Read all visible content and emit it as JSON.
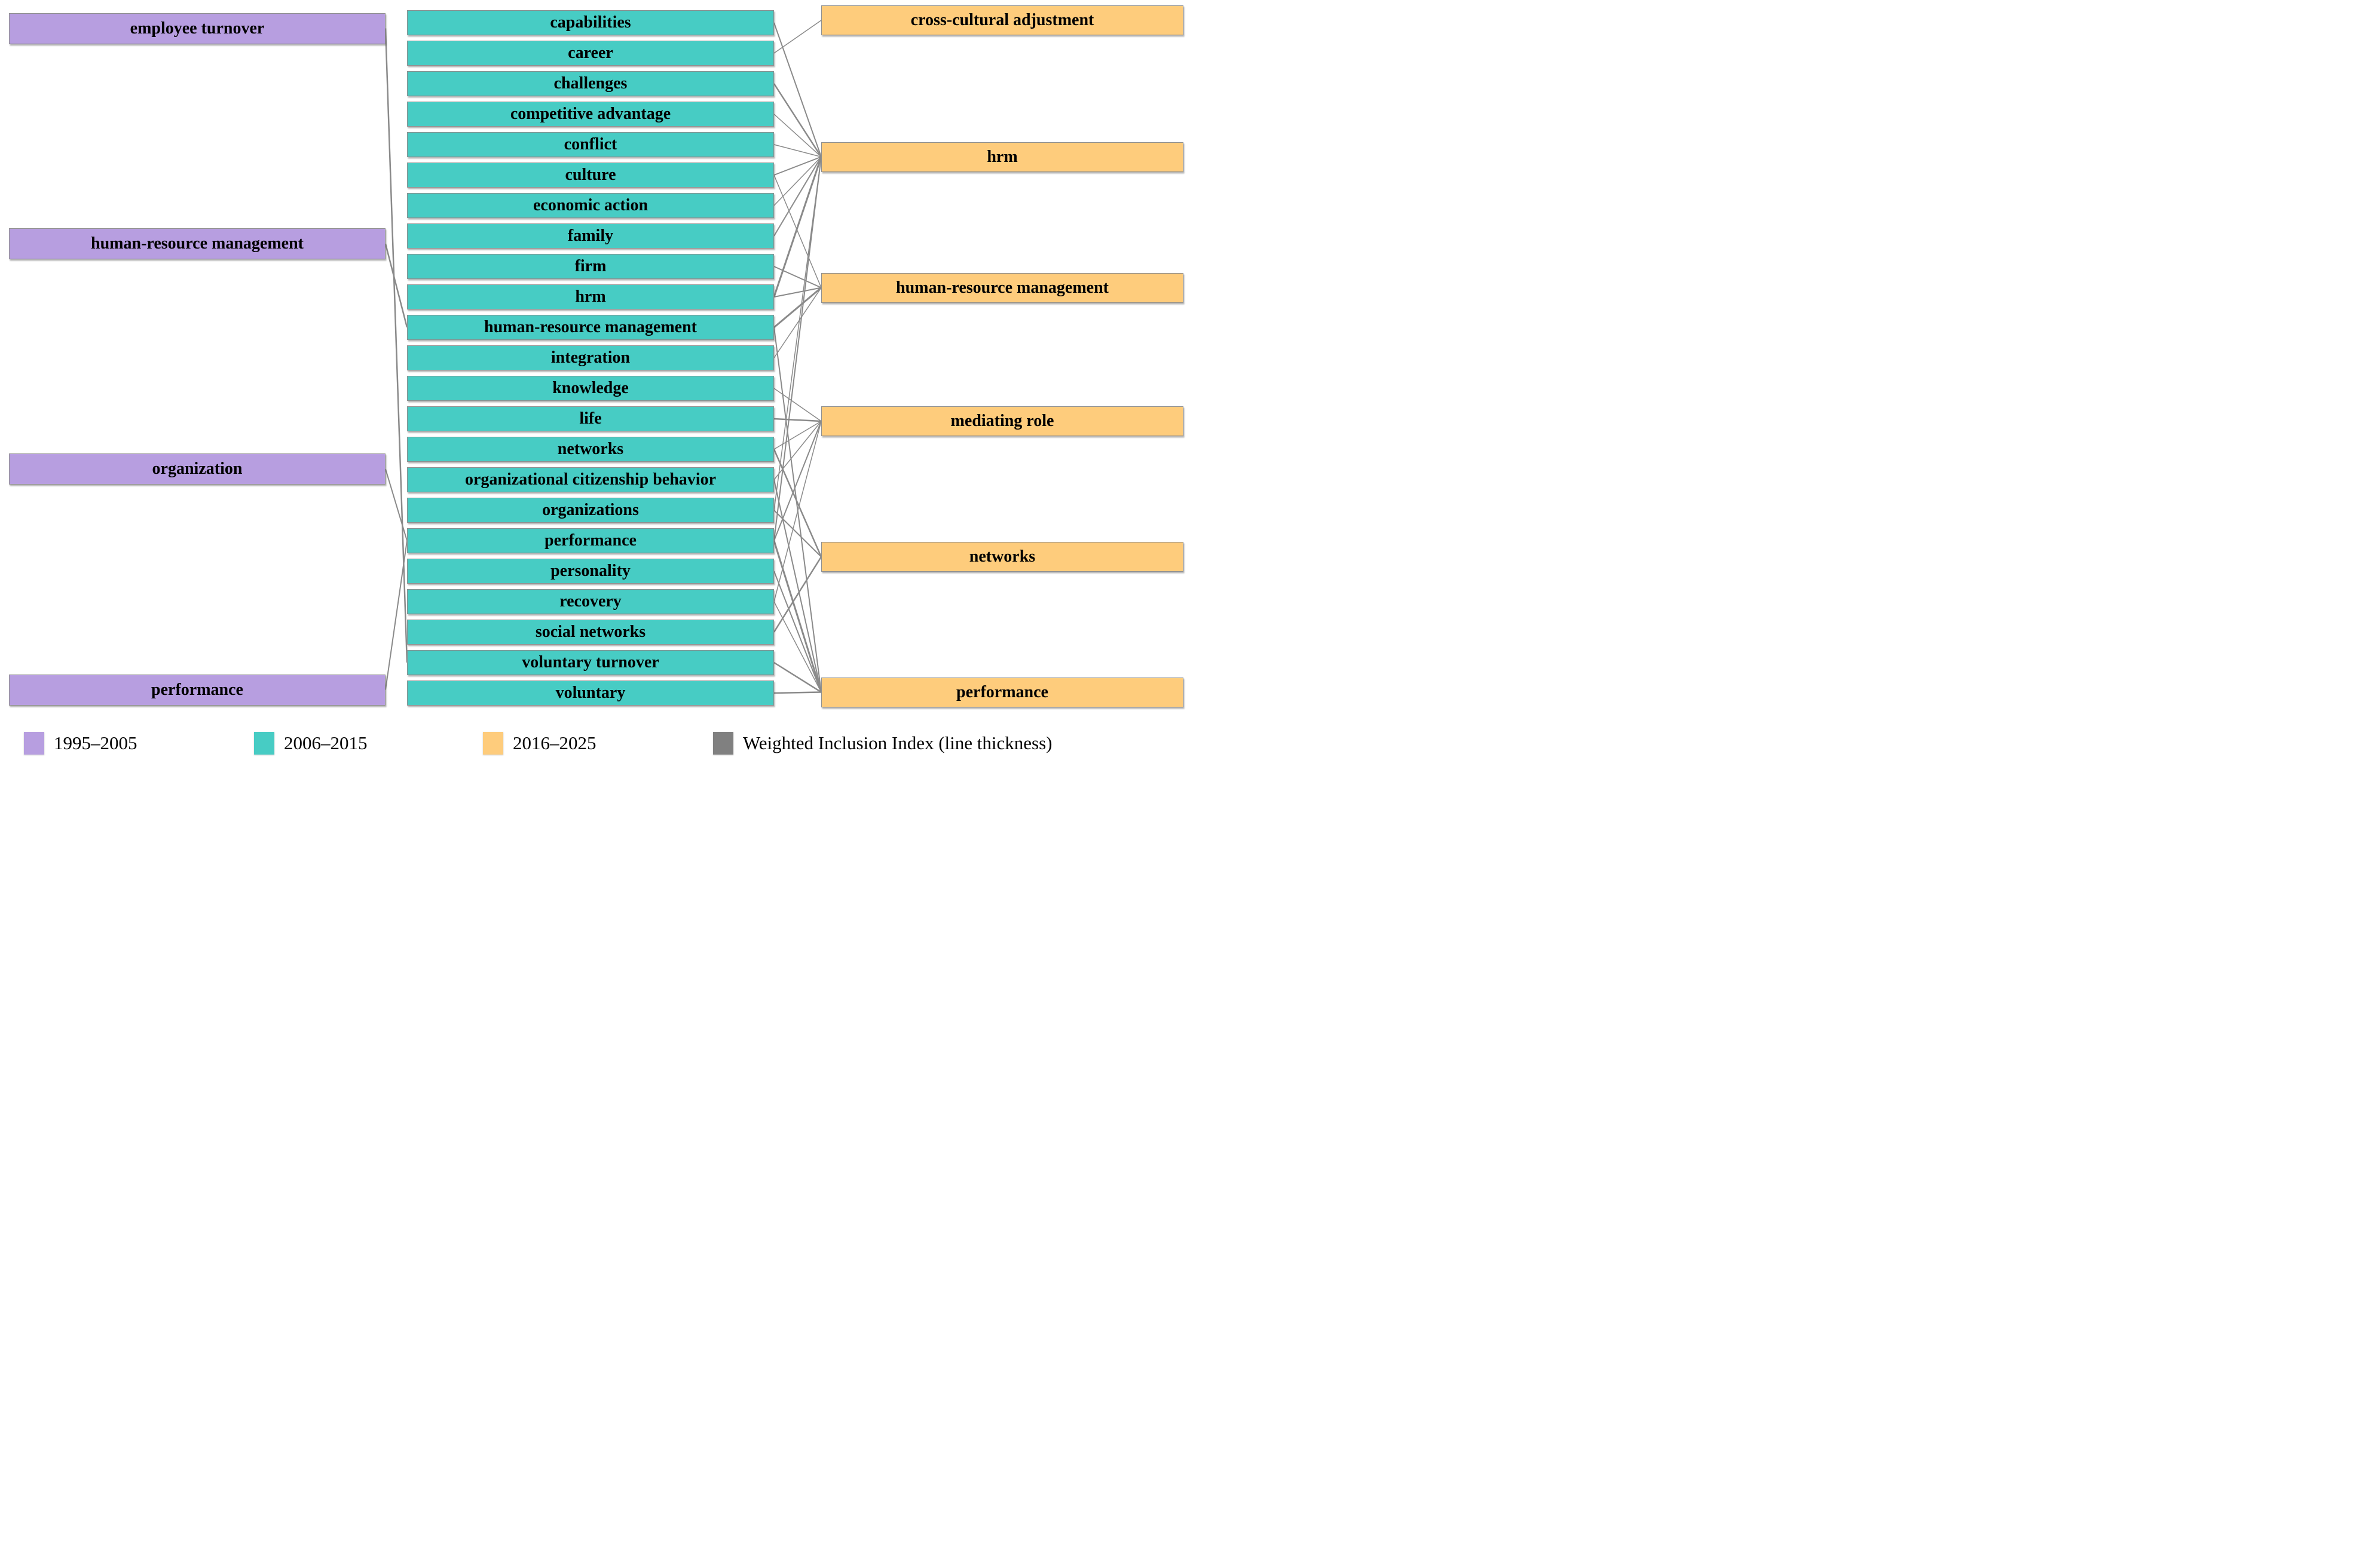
{
  "figure": {
    "type": "thematic-evolution-alluvial-diagram",
    "colors": {
      "period1": "#b79ee0",
      "period2": "#47ccc4",
      "period3": "#fecc7c",
      "link": "#8a8a8a",
      "border": "#8f8f8f",
      "text": "#000000"
    },
    "columns": [
      {
        "id": "p1",
        "period": "1995–2005",
        "nodes": [
          {
            "id": "employee turnover",
            "label": "employee turnover",
            "yc": 95
          },
          {
            "id": "human-resource management",
            "label": "human-resource management",
            "yc": 816
          },
          {
            "id": "organization",
            "label": "organization",
            "yc": 1570
          },
          {
            "id": "performance",
            "label": "performance",
            "yc": 2309
          }
        ]
      },
      {
        "id": "p2",
        "period": "2006–2015",
        "nodes": [
          {
            "id": "capabilities",
            "label": "capabilities",
            "yc": 76
          },
          {
            "id": "career",
            "label": "career",
            "yc": 178
          },
          {
            "id": "challenges",
            "label": "challenges",
            "yc": 280
          },
          {
            "id": "competitive advantage",
            "label": "competitive advantage",
            "yc": 382
          },
          {
            "id": "conflict",
            "label": "conflict",
            "yc": 484
          },
          {
            "id": "culture",
            "label": "culture",
            "yc": 586
          },
          {
            "id": "economic action",
            "label": "economic action",
            "yc": 688
          },
          {
            "id": "family",
            "label": "family",
            "yc": 790
          },
          {
            "id": "firm",
            "label": "firm",
            "yc": 892
          },
          {
            "id": "hrm",
            "label": "hrm",
            "yc": 994
          },
          {
            "id": "human-resource management",
            "label": "human-resource management",
            "yc": 1096
          },
          {
            "id": "integration",
            "label": "integration",
            "yc": 1198
          },
          {
            "id": "knowledge",
            "label": "knowledge",
            "yc": 1300
          },
          {
            "id": "life",
            "label": "life",
            "yc": 1402
          },
          {
            "id": "networks",
            "label": "networks",
            "yc": 1504
          },
          {
            "id": "organizational citizenship behavior",
            "label": "organizational citizenship behavior",
            "yc": 1606
          },
          {
            "id": "organizations",
            "label": "organizations",
            "yc": 1708
          },
          {
            "id": "performance",
            "label": "performance",
            "yc": 1810
          },
          {
            "id": "personality",
            "label": "personality",
            "yc": 1912
          },
          {
            "id": "recovery",
            "label": "recovery",
            "yc": 2014
          },
          {
            "id": "social networks",
            "label": "social networks",
            "yc": 2116
          },
          {
            "id": "voluntary turnover",
            "label": "voluntary turnover",
            "yc": 2218
          },
          {
            "id": "voluntary",
            "label": "voluntary",
            "yc": 2320
          }
        ]
      },
      {
        "id": "p3",
        "period": "2016–2025",
        "nodes": [
          {
            "id": "cross-cultural adjustment",
            "label": "cross-cultural adjustment",
            "yc": 68
          },
          {
            "id": "hrm",
            "label": "hrm",
            "yc": 525
          },
          {
            "id": "human-resource management",
            "label": "human-resource management",
            "yc": 963
          },
          {
            "id": "mediating role",
            "label": "mediating role",
            "yc": 1410
          },
          {
            "id": "networks",
            "label": "networks",
            "yc": 1864
          },
          {
            "id": "performance",
            "label": "performance",
            "yc": 2317
          }
        ]
      }
    ],
    "links": {
      "p1_p2": [
        {
          "source": "employee turnover",
          "target": "voluntary turnover",
          "w": 2.5
        },
        {
          "source": "human-resource management",
          "target": "human-resource management",
          "w": 2.5
        },
        {
          "source": "organization",
          "target": "performance",
          "w": 2
        },
        {
          "source": "performance",
          "target": "performance",
          "w": 2
        }
      ],
      "p2_p3": [
        {
          "source": "career",
          "target": "cross-cultural adjustment",
          "w": 1.5
        },
        {
          "source": "capabilities",
          "target": "hrm",
          "w": 2
        },
        {
          "source": "challenges",
          "target": "hrm",
          "w": 2.5
        },
        {
          "source": "competitive advantage",
          "target": "hrm",
          "w": 1.5
        },
        {
          "source": "conflict",
          "target": "hrm",
          "w": 1.5
        },
        {
          "source": "culture",
          "target": "hrm",
          "w": 2
        },
        {
          "source": "economic action",
          "target": "hrm",
          "w": 1.5
        },
        {
          "source": "family",
          "target": "hrm",
          "w": 2
        },
        {
          "source": "hrm",
          "target": "hrm",
          "w": 3
        },
        {
          "source": "organizations",
          "target": "hrm",
          "w": 1.5
        },
        {
          "source": "performance",
          "target": "hrm",
          "w": 2
        },
        {
          "source": "culture",
          "target": "human-resource management",
          "w": 1.5
        },
        {
          "source": "firm",
          "target": "human-resource management",
          "w": 2
        },
        {
          "source": "hrm",
          "target": "human-resource management",
          "w": 2
        },
        {
          "source": "human-resource management",
          "target": "human-resource management",
          "w": 3
        },
        {
          "source": "integration",
          "target": "human-resource management",
          "w": 1.5
        },
        {
          "source": "knowledge",
          "target": "mediating role",
          "w": 1.5
        },
        {
          "source": "life",
          "target": "mediating role",
          "w": 2.5
        },
        {
          "source": "networks",
          "target": "mediating role",
          "w": 1.5
        },
        {
          "source": "organizational citizenship behavior",
          "target": "mediating role",
          "w": 1.5
        },
        {
          "source": "performance",
          "target": "mediating role",
          "w": 2
        },
        {
          "source": "recovery",
          "target": "mediating role",
          "w": 1.5
        },
        {
          "source": "networks",
          "target": "networks",
          "w": 2.5
        },
        {
          "source": "organizations",
          "target": "networks",
          "w": 2
        },
        {
          "source": "social networks",
          "target": "networks",
          "w": 2.5
        },
        {
          "source": "human-resource management",
          "target": "performance",
          "w": 2
        },
        {
          "source": "organizational citizenship behavior",
          "target": "performance",
          "w": 2
        },
        {
          "source": "performance",
          "target": "performance",
          "w": 3
        },
        {
          "source": "personality",
          "target": "performance",
          "w": 2
        },
        {
          "source": "recovery",
          "target": "performance",
          "w": 1.5
        },
        {
          "source": "voluntary turnover",
          "target": "performance",
          "w": 2.5
        },
        {
          "source": "voluntary",
          "target": "performance",
          "w": 2.5
        }
      ]
    },
    "legend": [
      {
        "label": "1995–2005",
        "color": "#b79ee0"
      },
      {
        "label": "2006–2015",
        "color": "#47ccc4"
      },
      {
        "label": "2016–2025",
        "color": "#fecc7c"
      },
      {
        "label": "Weighted Inclusion Index (line thickness)",
        "color": "#808080"
      }
    ]
  }
}
